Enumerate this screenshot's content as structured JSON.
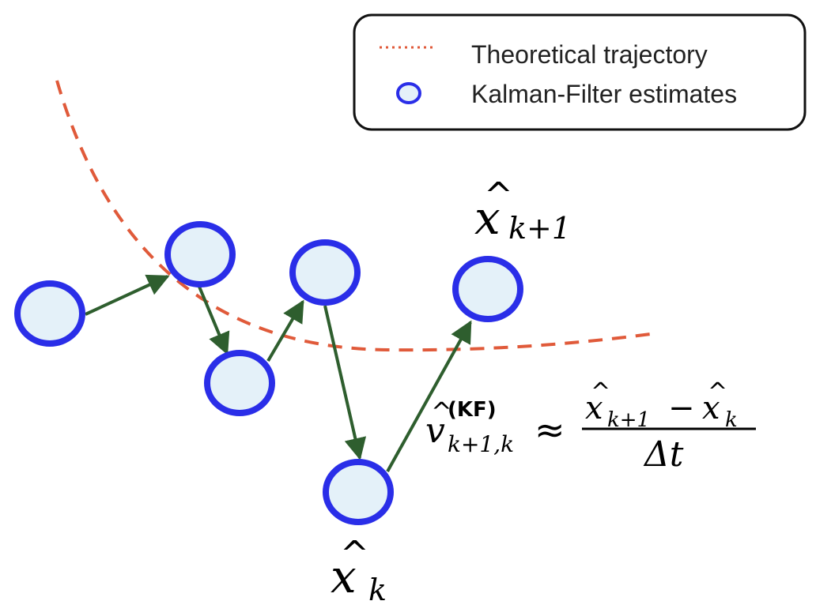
{
  "legend": {
    "items": [
      {
        "label": "Theoretical trajectory",
        "marker": "dotted-line",
        "color": "#e05a3a"
      },
      {
        "label": "Kalman-Filter estimates",
        "marker": "circle",
        "color": "#2a2ee8"
      }
    ]
  },
  "colors": {
    "trajectory": "#e05a3a",
    "estimate_stroke": "#2a2ee8",
    "estimate_fill": "#e4f1f9",
    "arrow": "#2e5e2e",
    "legend_border": "#111111"
  },
  "labels": {
    "x_next": {
      "var": "x",
      "hat": "^",
      "sub": "k+1"
    },
    "x_curr": {
      "var": "x",
      "hat": "^",
      "sub": "k"
    },
    "velocity": {
      "var": "v",
      "hat": "^",
      "sup": "(KF)",
      "sub": "k+1,k",
      "approx": "≈",
      "numerator_a_var": "x",
      "numerator_a_sub": "k+1",
      "minus": "−",
      "numerator_b_var": "x",
      "numerator_b_sub": "k",
      "denominator": "Δt"
    }
  }
}
